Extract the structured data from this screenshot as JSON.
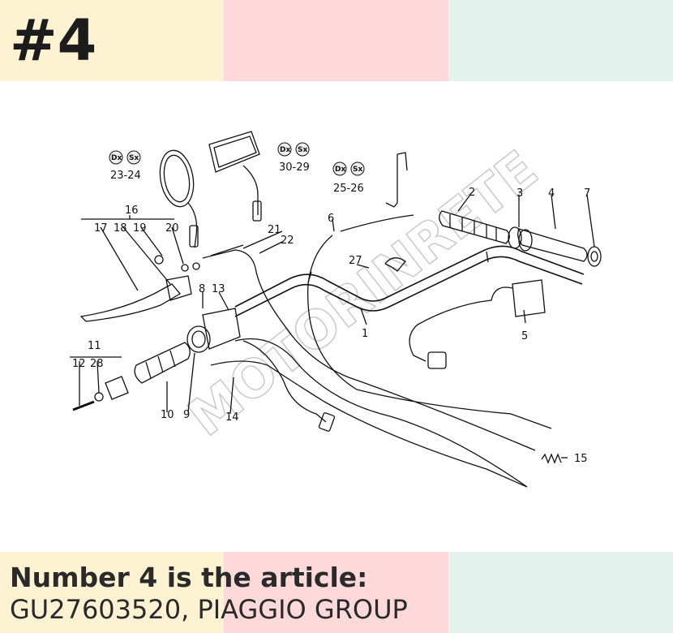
{
  "header": {
    "number": "#4"
  },
  "colors": {
    "band_yellow": "#fdf3d3",
    "band_pink": "#fdd9d9",
    "band_green": "#e1f3ec",
    "ink": "#1c1c1c"
  },
  "diagram": {
    "watermark": "MOTORINRETE",
    "badges": [
      {
        "dx": "Dx",
        "sx": "Sx",
        "numbers": "23-24"
      },
      {
        "dx": "Dx",
        "sx": "Sx",
        "numbers": "30-29"
      },
      {
        "dx": "Dx",
        "sx": "Sx",
        "numbers": "25-26"
      }
    ],
    "part_labels": [
      "1",
      "2",
      "3",
      "4",
      "5",
      "6",
      "7",
      "8",
      "9",
      "10",
      "11",
      "12",
      "13",
      "14",
      "15",
      "16",
      "17",
      "18",
      "19",
      "20",
      "21",
      "22",
      "27",
      "28"
    ]
  },
  "caption": {
    "line1": "Number 4 is the article:",
    "line2": "GU27603520, PIAGGIO GROUP"
  }
}
